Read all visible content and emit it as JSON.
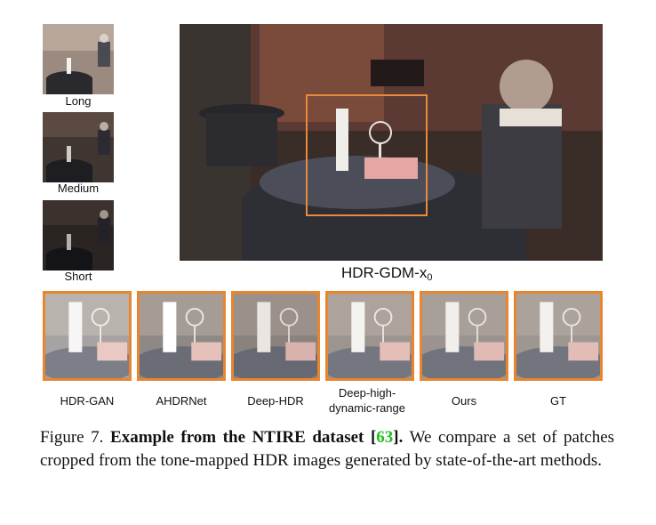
{
  "exposures": [
    {
      "label": "Long"
    },
    {
      "label": "Medium"
    },
    {
      "label": "Short"
    }
  ],
  "main_image": {
    "caption_base": "HDR-GDM-x",
    "caption_sub": "0"
  },
  "patches": [
    {
      "label": "HDR-GAN"
    },
    {
      "label": "AHDRNet"
    },
    {
      "label": "Deep-HDR"
    },
    {
      "label": "Deep-high-dynamic-range"
    },
    {
      "label": "Ours"
    },
    {
      "label": "GT"
    }
  ],
  "caption": {
    "figure_no": "Figure 7.",
    "title": "Example from the NTIRE dataset",
    "cite_open": "[",
    "cite_num": "63",
    "cite_close": "].",
    "body": "We compare a set of patches cropped from the tone-mapped HDR images generated by state-of-the-art methods."
  },
  "colors": {
    "crop_box": "#e98a3e",
    "patch_border": "#e8852f",
    "citation": "#1fbf1f"
  }
}
